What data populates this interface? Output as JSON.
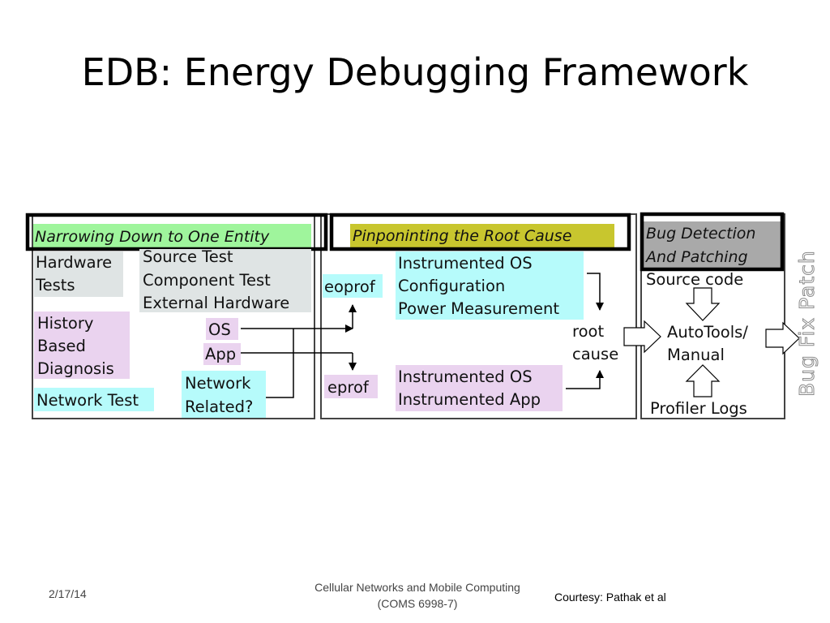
{
  "slide": {
    "title": "EDB: Energy Debugging Framework"
  },
  "diagram": {
    "colors": {
      "green": "#9ff59c",
      "yellow": "#c8c62e",
      "gray": "#a9a9a9",
      "light_gray": "#dfe4e4",
      "cyan": "#b6fbfb",
      "purple": "#ead3ef"
    },
    "sections": [
      {
        "id": "narrowing",
        "header": "Narrowing Down to One Entity"
      },
      {
        "id": "pinpointing",
        "header": "Pinponinting the Root Cause"
      },
      {
        "id": "detection",
        "header_lines": [
          "Bug Detection",
          "And Patching"
        ]
      }
    ],
    "narrowing": {
      "hardware_tests": [
        "Hardware",
        "Tests"
      ],
      "component_tests": [
        "Source Test",
        "Component Test",
        "External Hardware"
      ],
      "history": [
        "History",
        "Based",
        "Diagnosis"
      ],
      "os": "OS",
      "app": "App",
      "network_related": [
        "Network",
        "Related?"
      ],
      "network_test": "Network Test"
    },
    "pinpointing": {
      "eoprof": "eoprof",
      "eprof": "eprof",
      "instrumented_top": [
        "Instrumented OS",
        "Configuration",
        "Power Measurement"
      ],
      "instrumented_bottom": [
        "Instrumented OS",
        "Instrumented App"
      ],
      "root_cause": [
        "root",
        "cause"
      ]
    },
    "detection": {
      "source_code": "Source code",
      "autotools": [
        "AutoTools/",
        "Manual"
      ],
      "profiler_logs": "Profiler Logs"
    },
    "output_label": "Bug Fix Patch"
  },
  "footer": {
    "date": "2/17/14",
    "course_lines": [
      "Cellular Networks and Mobile Computing",
      "(COMS 6998-7)"
    ],
    "credit": "Courtesy: Pathak et al"
  }
}
